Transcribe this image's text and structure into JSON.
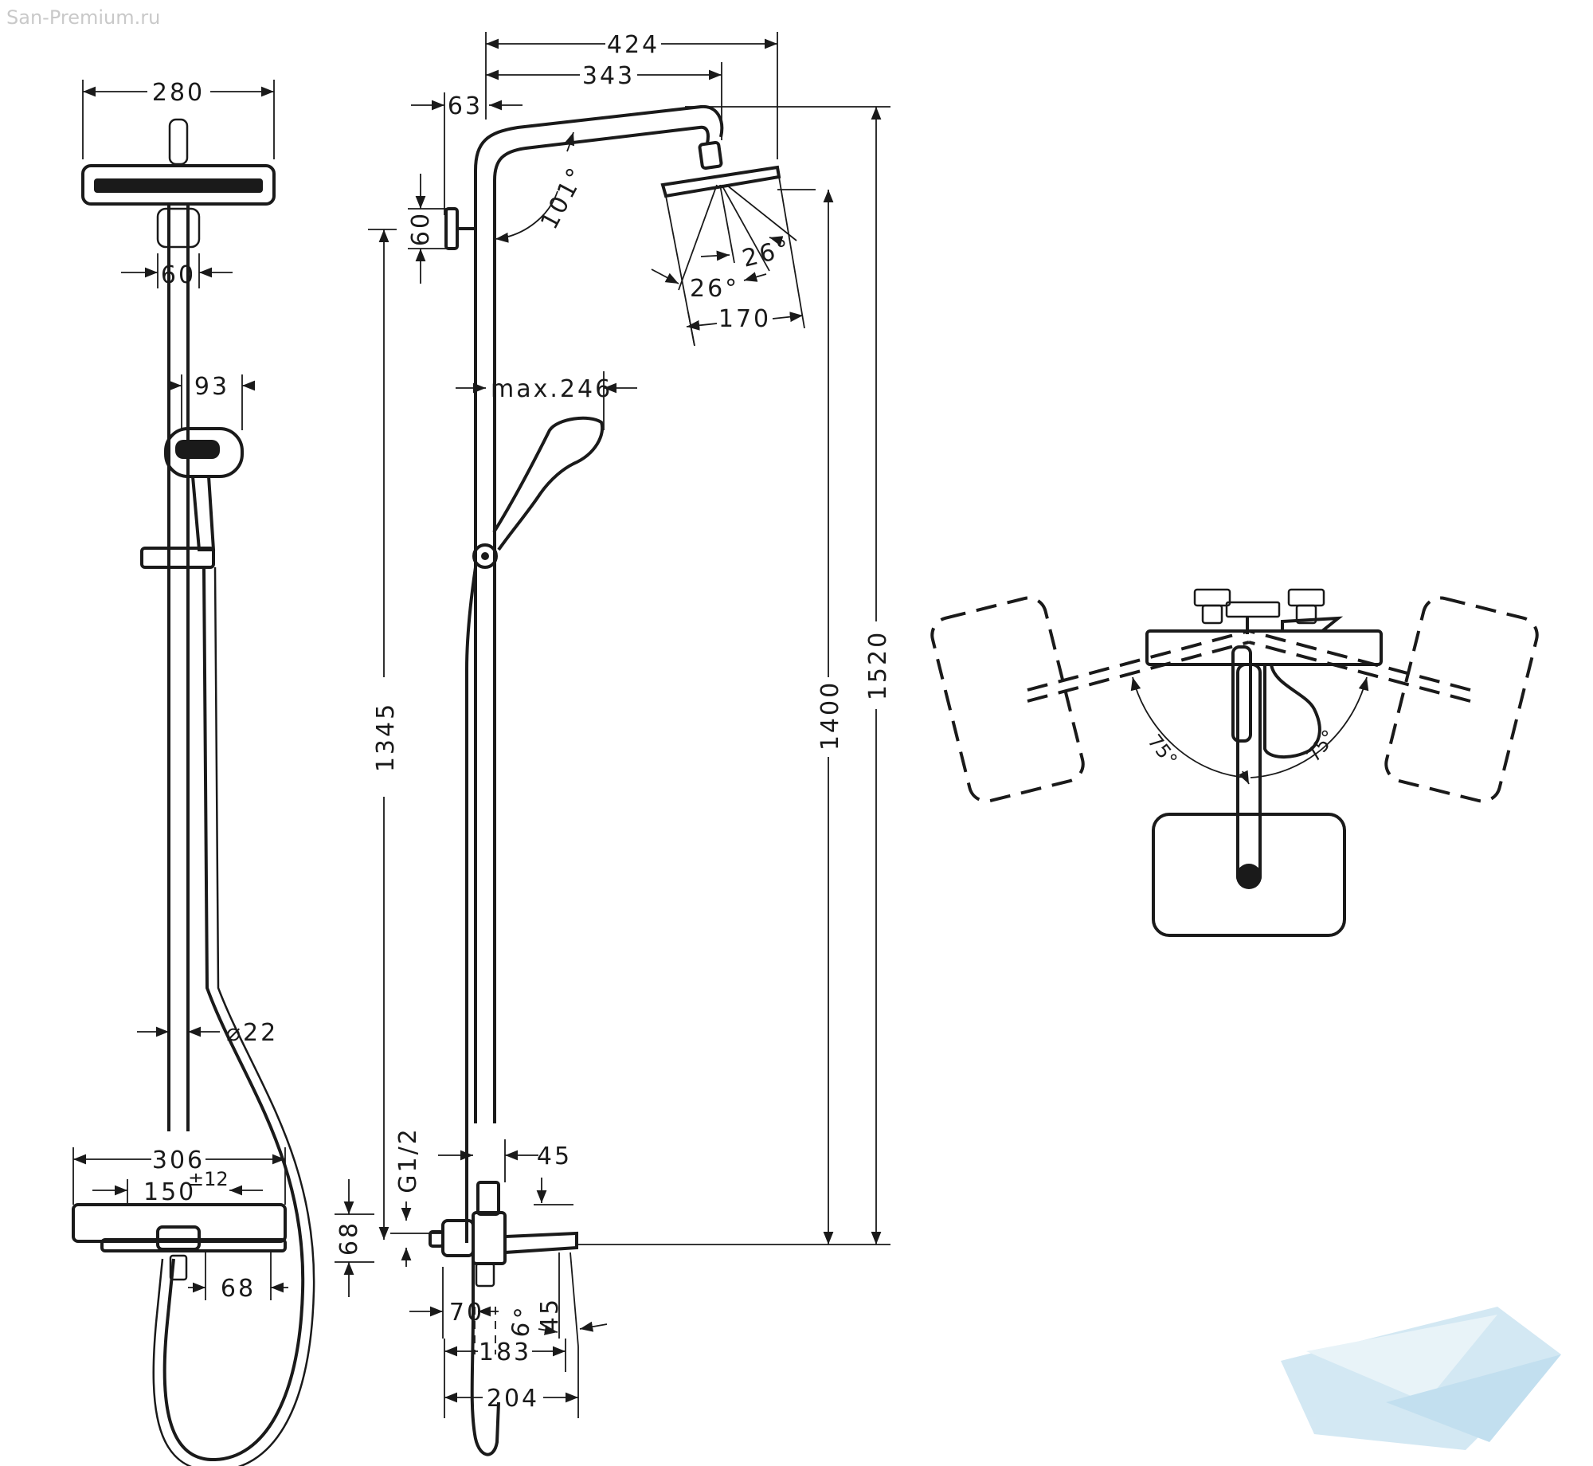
{
  "watermark": "San-Premium.ru",
  "front_view": {
    "d280": "280",
    "d60": "60",
    "d93": "93",
    "d22": "⌀22",
    "d306": "306",
    "d150": "150",
    "d150_tol": "±12",
    "d68": "68"
  },
  "side_view": {
    "d424": "424",
    "d343": "343",
    "d63": "63",
    "d60": "60",
    "a101": "101°",
    "a26_top": "26°",
    "a26_bottom": "26°",
    "d170": "170",
    "d246": "max.246",
    "d1345": "1345",
    "d1400": "1400",
    "d1520": "1520",
    "dG12": "G1/2",
    "d45_top": "45",
    "d68": "68",
    "d70": "70",
    "a6": "6°",
    "d45_bottom": "45",
    "d183": "183",
    "d204": "204"
  },
  "top_view": {
    "a75_left": "75°",
    "a75_right": "75°"
  },
  "logo_colors": {
    "primary": "#cfe6f2",
    "secondary": "#e6f2f8"
  }
}
